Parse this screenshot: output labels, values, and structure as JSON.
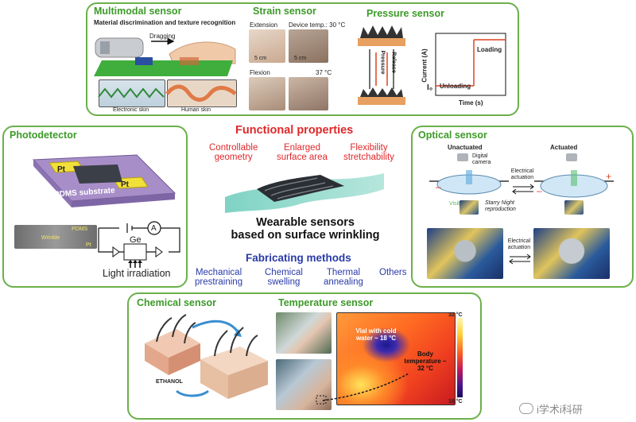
{
  "center": {
    "functional_title": "Functional properties",
    "props": [
      {
        "l1": "Controllable",
        "l2": "geometry"
      },
      {
        "l1": "Enlarged",
        "l2": "surface area"
      },
      {
        "l1": "Flexibility",
        "l2": "stretchability"
      }
    ],
    "main_title_l1": "Wearable sensors",
    "main_title_l2": "based on surface wrinkling",
    "methods_title": "Fabricating methods",
    "methods": [
      {
        "l1": "Mechanical",
        "l2": "prestraining"
      },
      {
        "l1": "Chemical",
        "l2": "swelling"
      },
      {
        "l1": "Thermal",
        "l2": "annealing"
      },
      {
        "l1": "Others",
        "l2": ""
      }
    ]
  },
  "multimodal": {
    "title": "Multimodal sensor",
    "subtitle": "Material discrimination and texture recognition",
    "dragging": "Dragging",
    "label_left": "Electronic skin",
    "label_right": "Human skin"
  },
  "strain": {
    "title": "Strain sensor",
    "extension": "Extension",
    "device_temp": "Device temp.: 30 °C",
    "cm1": "5 cm",
    "cm2": "5 cm",
    "flexion": "Flexion",
    "temp2": "37 °C"
  },
  "pressure": {
    "title": "Pressure sensor",
    "loading": "Loading",
    "unloading": "Unloading",
    "xlabel": "Time (s)",
    "ylabel": "Current (A)",
    "i0": "I₀",
    "pressure_label": "Pressure",
    "release_label": "Release"
  },
  "photodetector": {
    "title": "Photodetector",
    "pt1": "Pt",
    "pt2": "Pt",
    "substrate": "PDMS substrate",
    "micro_pdms": "PDMS",
    "micro_wrinkle": "Wrinkle",
    "micro_pt": "Pt",
    "ammeter": "A",
    "ge": "Ge",
    "light": "Light irradiation"
  },
  "optical": {
    "title": "Optical sensor",
    "unactuated": "Unactuated",
    "actuated": "Actuated",
    "camera": "Digital camera",
    "actuation1": "Electrical actuation",
    "actuation2": "Electrical actuation",
    "visible": "Visible",
    "starry": "Starry Night reproduction",
    "minus1": "–",
    "minus2": "–",
    "plus": "+"
  },
  "chemical": {
    "title": "Chemical sensor",
    "ethanol": "ETHANOL"
  },
  "temperature": {
    "title": "Temperature sensor",
    "vial": "Vial with cold water ~ 18 °C",
    "body": "Body temperature ~ 32 °C",
    "scale_top": "32 °C",
    "scale_bottom": "18 °C"
  },
  "watermark": "i学术i科研",
  "colors": {
    "border": "#6bb04a",
    "panel_title": "#3c9a28",
    "functional": "#e0282a",
    "methods": "#2a3aa8",
    "wrinkle_base": "#5fc8b8"
  }
}
